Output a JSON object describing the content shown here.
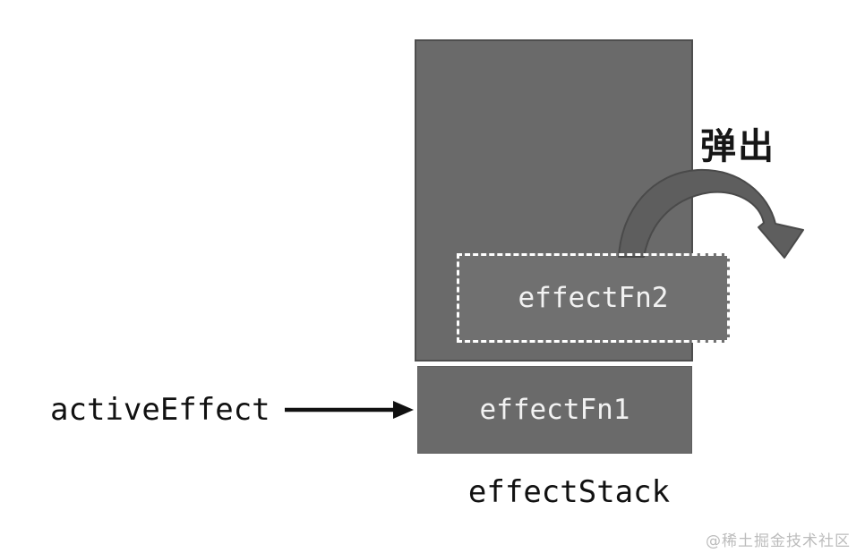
{
  "diagram": {
    "title_caption": "effectStack",
    "pop_label": "弹出",
    "active_effect_label": "activeEffect",
    "stack_items": [
      {
        "label": "effectFn1"
      },
      {
        "label": "effectFn2"
      }
    ],
    "icons": {
      "pop_curved_arrow": "curved-arrow-down-right",
      "active_effect_arrow": "arrow-right"
    },
    "watermark": "@稀土掘金技术社区",
    "colors": {
      "box_fill": "#6a6a6a",
      "box_fill_light": "#707070",
      "box_border": "#4e4e4e",
      "dashed_border": "#ffffff",
      "curved_arrow_fill": "#5e5e5e",
      "curved_arrow_outline": "#4a4a4a",
      "text_light": "#f2f2f2",
      "text_dark": "#111111",
      "watermark": "#bcbcbc",
      "background": "#ffffff"
    }
  }
}
